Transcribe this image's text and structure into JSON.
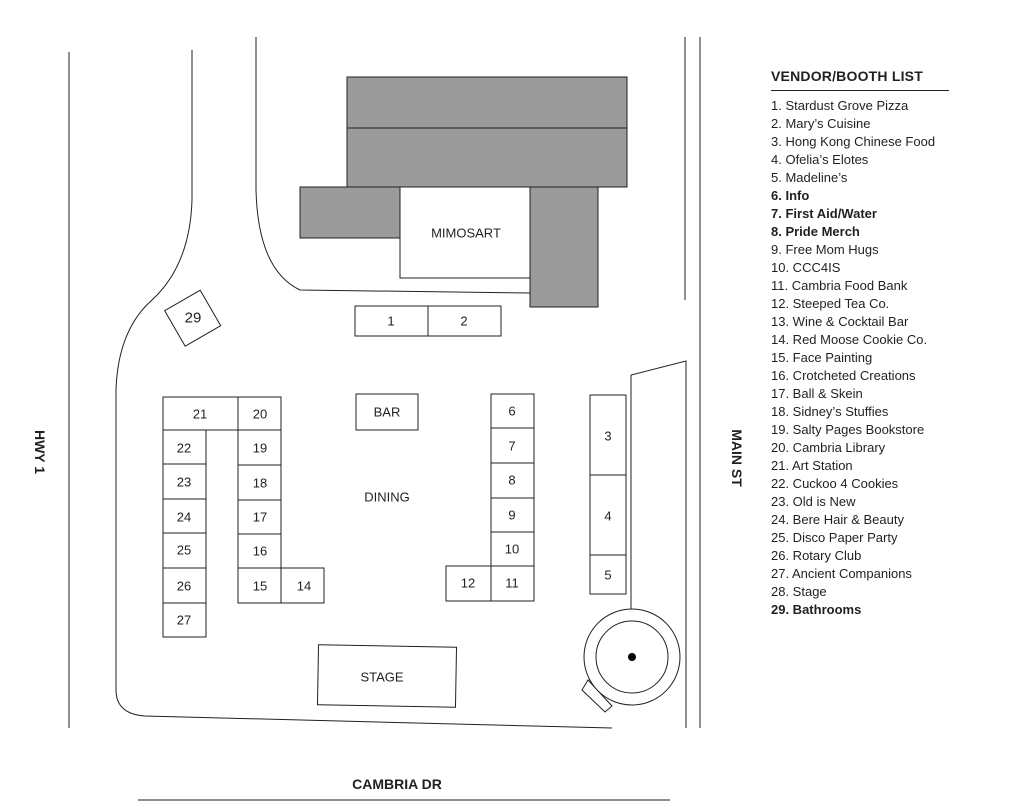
{
  "map": {
    "streets": {
      "west": "HWY 1",
      "east": "MAIN ST",
      "south": "CAMBRIA DR"
    },
    "building": {
      "label": "MIMOSART"
    },
    "areas": {
      "bar": "BAR",
      "dining": "DINING",
      "stage": "STAGE"
    },
    "booth_numbers": {
      "b1": "1",
      "b2": "2",
      "b3": "3",
      "b4": "4",
      "b5": "5",
      "b6": "6",
      "b7": "7",
      "b8": "8",
      "b9": "9",
      "b10": "10",
      "b11": "11",
      "b12": "12",
      "b14": "14",
      "b15": "15",
      "b16": "16",
      "b17": "17",
      "b18": "18",
      "b19": "19",
      "b20": "20",
      "b21": "21",
      "b22": "22",
      "b23": "23",
      "b24": "24",
      "b25": "25",
      "b26": "26",
      "b27": "27",
      "b29": "29"
    }
  },
  "legend": {
    "title": "VENDOR/BOOTH LIST",
    "items": [
      {
        "label": "1. Stardust Grove Pizza",
        "bold": false
      },
      {
        "label": "2. Mary’s Cuisine",
        "bold": false
      },
      {
        "label": "3. Hong Kong Chinese Food",
        "bold": false
      },
      {
        "label": "4. Ofelia’s Elotes",
        "bold": false
      },
      {
        "label": "5. Madeline’s",
        "bold": false
      },
      {
        "label": "6. Info",
        "bold": true
      },
      {
        "label": "7. First Aid/Water",
        "bold": true
      },
      {
        "label": "8. Pride Merch",
        "bold": true
      },
      {
        "label": "9. Free Mom Hugs",
        "bold": false
      },
      {
        "label": "10. CCC4IS",
        "bold": false
      },
      {
        "label": "11. Cambria Food Bank",
        "bold": false
      },
      {
        "label": "12. Steeped Tea Co.",
        "bold": false
      },
      {
        "label": "13. Wine & Cocktail Bar",
        "bold": false
      },
      {
        "label": "14. Red Moose Cookie Co.",
        "bold": false
      },
      {
        "label": "15. Face Painting",
        "bold": false
      },
      {
        "label": "16. Crotcheted Creations",
        "bold": false
      },
      {
        "label": "17. Ball & Skein",
        "bold": false
      },
      {
        "label": "18. Sidney’s Stuffies",
        "bold": false
      },
      {
        "label": "19. Salty Pages Bookstore",
        "bold": false
      },
      {
        "label": "20. Cambria Library",
        "bold": false
      },
      {
        "label": "21. Art Station",
        "bold": false
      },
      {
        "label": "22. Cuckoo 4 Cookies",
        "bold": false
      },
      {
        "label": "23. Old is New",
        "bold": false
      },
      {
        "label": "24. Bere Hair & Beauty",
        "bold": false
      },
      {
        "label": "25. Disco Paper Party",
        "bold": false
      },
      {
        "label": "26. Rotary Club",
        "bold": false
      },
      {
        "label": "27. Ancient Companions",
        "bold": false
      },
      {
        "label": "28. Stage",
        "bold": false
      },
      {
        "label": "29. Bathrooms",
        "bold": true
      }
    ]
  }
}
